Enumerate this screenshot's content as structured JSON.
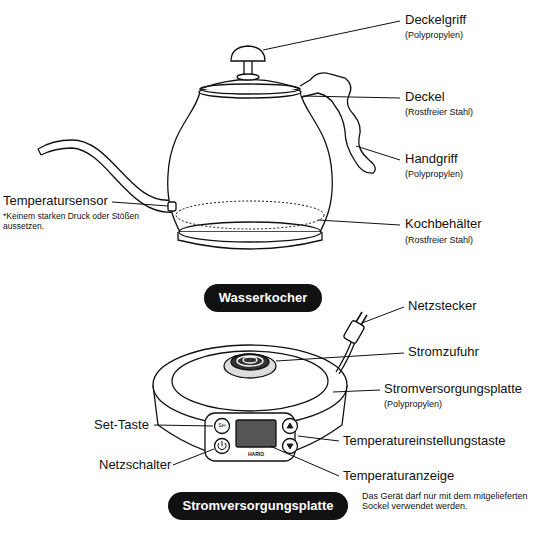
{
  "diagram": {
    "nodes": [
      {
        "text": [
          "Wasserkocher"
        ]
      },
      {
        "text": [
          "Stromversorgungsplatte"
        ]
      }
    ],
    "labels": [
      "Deckelgriff",
      "(Polypropylen)",
      "Deckel",
      "(Rostfreier Stahl)",
      "Handgriff",
      "(Polypropylen)",
      "Temperatursensor",
      "*Keinem starken Druck oder Stößen aussetzen.",
      "Kochbehälter",
      "(Rostfreier Stahl)",
      "Netzstecker",
      "Stromzufuhr",
      "Stromversorgungsplatte",
      "(Polypropylen)",
      "Set",
      "Set-Taste",
      "Temperatureinstellungstaste",
      "HARIO",
      "Netzschalter",
      "Temperaturanzeige",
      "Das Gerät darf nur mit dem mitgelieferten Sockel verwendet werden."
    ]
  }
}
